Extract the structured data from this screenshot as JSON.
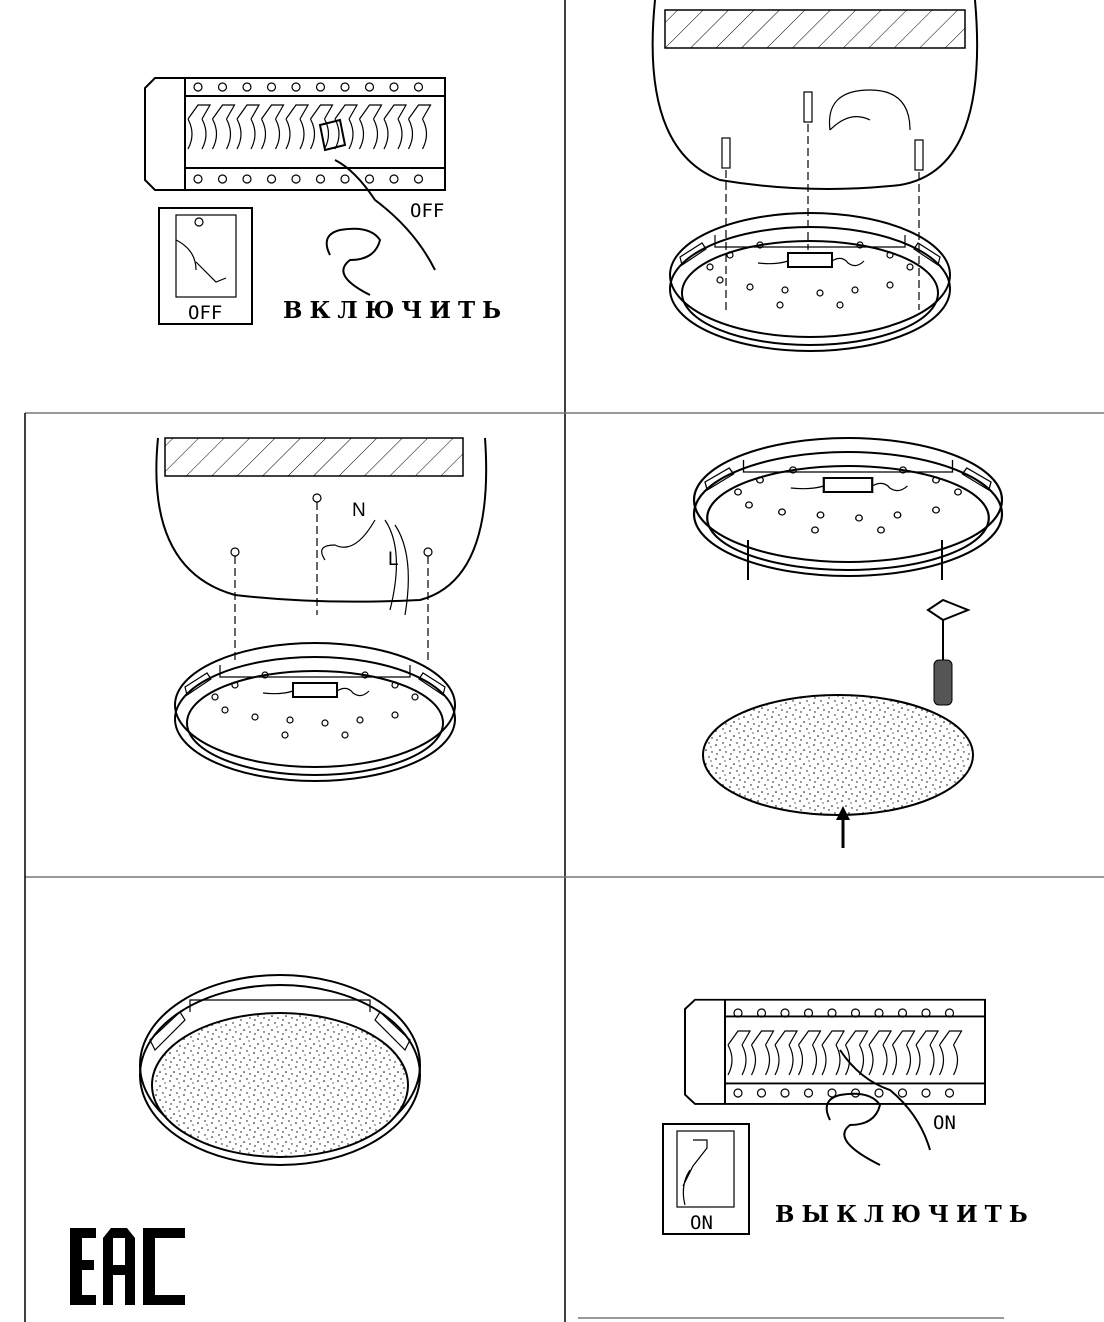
{
  "panels": {
    "step1": {
      "breaker_state": "OFF",
      "switch_state": "OFF",
      "instruction": "ВКЛЮЧИТЬ"
    },
    "step2": {},
    "step3": {
      "wire_neutral": "N",
      "wire_live": "L"
    },
    "step4": {},
    "step5": {
      "certification_logo": "EAC"
    },
    "step6": {
      "breaker_state": "ON",
      "switch_state": "ON",
      "instruction": "ВЫКЛЮЧИТЬ"
    }
  },
  "colors": {
    "line": "#000000",
    "background": "#ffffff"
  }
}
